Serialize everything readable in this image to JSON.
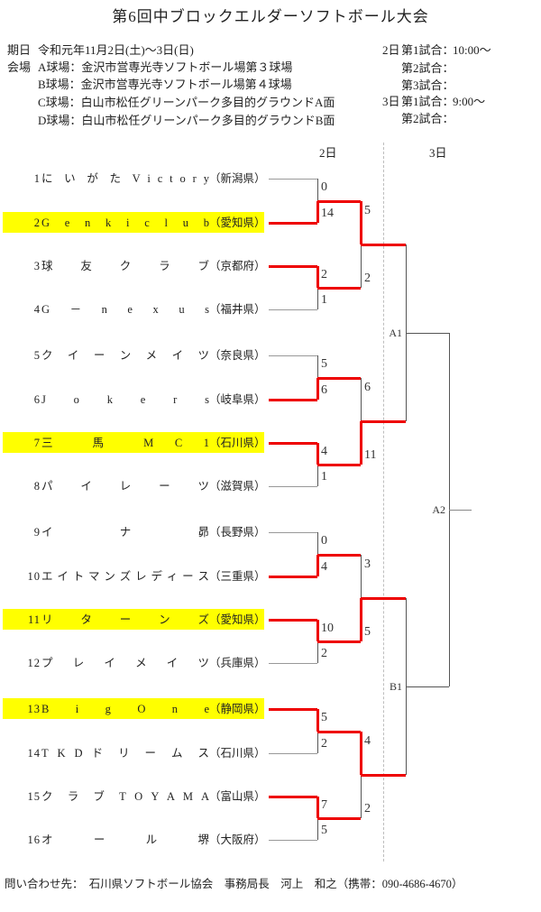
{
  "title": "第6回中ブロックエルダーソフトボール大会",
  "info": {
    "date_label": "期日",
    "date_value": "令和元年11月2日(土)～3日(日)",
    "venue_label": "会場",
    "venues": [
      "A球場：金沢市営専光寺ソフトボール場第３球場",
      "B球場：金沢市営専光寺ソフトボール場第４球場",
      "C球場：白山市松任グリーンパーク多目的グラウンドA面",
      "D球場：白山市松任グリーンパーク多目的グラウンドB面"
    ]
  },
  "schedule": [
    {
      "day": "2日",
      "label": "第1試合：",
      "time": "10:00～"
    },
    {
      "day": "",
      "label": "第2試合：",
      "time": ""
    },
    {
      "day": "",
      "label": "第3試合：",
      "time": ""
    },
    {
      "day": "3日",
      "label": "第1試合：",
      "time": "9:00～"
    },
    {
      "day": "",
      "label": "第2試合：",
      "time": ""
    }
  ],
  "bracket": {
    "day_headers": [
      "2日",
      "3日"
    ],
    "teams": [
      {
        "no": "1",
        "name": "にいがたVictory",
        "pref": "（新潟県）",
        "highlight": false
      },
      {
        "no": "2",
        "name": "Genkiclub",
        "pref": "（愛知県）",
        "highlight": true
      },
      {
        "no": "3",
        "name": "球友クラブ",
        "pref": "（京都府）",
        "highlight": false
      },
      {
        "no": "4",
        "name": "G－nexus",
        "pref": "（福井県）",
        "highlight": false
      },
      {
        "no": "5",
        "name": "クイーンメイツ",
        "pref": "（奈良県）",
        "highlight": false
      },
      {
        "no": "6",
        "name": "Jokers",
        "pref": "（岐阜県）",
        "highlight": false
      },
      {
        "no": "7",
        "name": "三馬MC1",
        "pref": "（石川県）",
        "highlight": true
      },
      {
        "no": "8",
        "name": "パイレーツ",
        "pref": "（滋賀県）",
        "highlight": false
      },
      {
        "no": "9",
        "name": "イナ昴",
        "pref": "（長野県）",
        "highlight": false
      },
      {
        "no": "10",
        "name": "エイトマンズレディース",
        "pref": "（三重県）",
        "highlight": false
      },
      {
        "no": "11",
        "name": "リターンズ",
        "pref": "（愛知県）",
        "highlight": true
      },
      {
        "no": "12",
        "name": "プレイメイツ",
        "pref": "（兵庫県）",
        "highlight": false
      },
      {
        "no": "13",
        "name": "Big One",
        "pref": "（静岡県）",
        "highlight": true
      },
      {
        "no": "14",
        "name": "TKDドリームス",
        "pref": "（石川県）",
        "highlight": false
      },
      {
        "no": "15",
        "name": "クラブTOYAMA",
        "pref": "（富山県）",
        "highlight": false
      },
      {
        "no": "16",
        "name": "オール堺",
        "pref": "（大阪府）",
        "highlight": false
      }
    ],
    "round1": [
      {
        "scores": [
          "0",
          "14"
        ],
        "winner": 1
      },
      {
        "scores": [
          "2",
          "1"
        ],
        "winner": 0
      },
      {
        "scores": [
          "5",
          "6"
        ],
        "winner": 1
      },
      {
        "scores": [
          "4",
          "1"
        ],
        "winner": 0
      },
      {
        "scores": [
          "0",
          "4"
        ],
        "winner": 1
      },
      {
        "scores": [
          "10",
          "2"
        ],
        "winner": 0
      },
      {
        "scores": [
          "5",
          "2"
        ],
        "winner": 0
      },
      {
        "scores": [
          "7",
          "5"
        ],
        "winner": 0
      }
    ],
    "quarterfinals": [
      {
        "scores": [
          "5",
          "2"
        ],
        "winner": 0
      },
      {
        "scores": [
          "6",
          "11"
        ],
        "winner": 1
      },
      {
        "scores": [
          "3",
          "5"
        ],
        "winner": 1
      },
      {
        "scores": [
          "4",
          "2"
        ],
        "winner": 0
      }
    ],
    "day3_labels": {
      "semifinal_top": "A1",
      "final": "A2",
      "semifinal_bottom": "B1"
    }
  },
  "footer": "問い合わせ先：　石川県ソフトボール協会　事務局長　河上　和之（携帯：090-4686-4670）",
  "colors": {
    "winner_line": "#ee0000",
    "loser_line": "#999999",
    "line": "#555555",
    "highlight": "#ffff00"
  }
}
